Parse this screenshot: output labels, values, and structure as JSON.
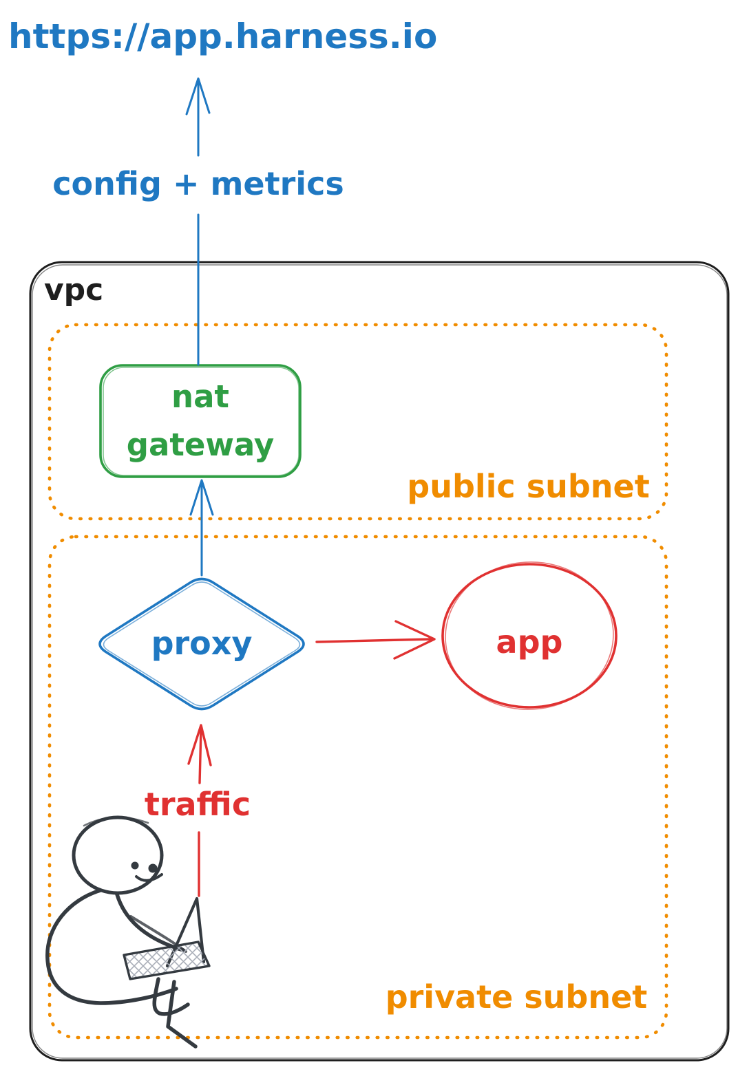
{
  "colors": {
    "blue": "#1f78c2",
    "green": "#2f9e44",
    "orange": "#f08c00",
    "red": "#e03131",
    "ink": "#1e1e1e",
    "sketch": "#343a40"
  },
  "external": {
    "url": "https://app.harness.io",
    "arrow_label": "config + metrics"
  },
  "vpc": {
    "label": "vpc",
    "public_subnet": {
      "label": "public subnet",
      "nat_gateway": {
        "line1": "nat",
        "line2": "gateway"
      }
    },
    "private_subnet": {
      "label": "private subnet",
      "proxy_label": "proxy",
      "app_label": "app",
      "traffic_label": "traffic"
    }
  }
}
